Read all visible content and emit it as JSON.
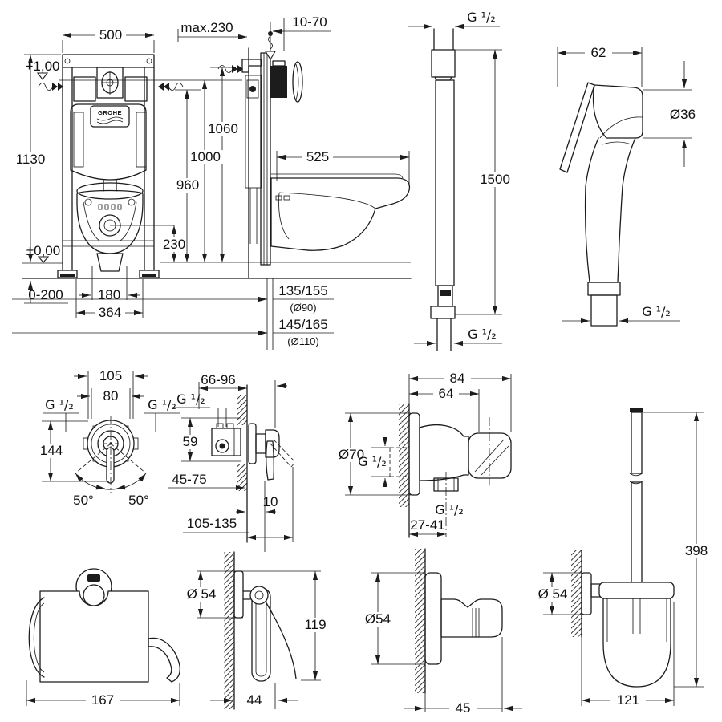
{
  "brand": "GROHE",
  "installation_front": {
    "width": "500",
    "height": "1130",
    "level_plus": "+1,00",
    "level_zero": "±0,00",
    "foot_adjust": "0-200",
    "bolt_spacing": "180",
    "frame_width": "364",
    "drain_height": "230"
  },
  "installation_side": {
    "wall_distance": "max.230",
    "plate_depth": "10-70",
    "h_top": "1060",
    "h_mid": "1000",
    "h_low": "960",
    "bowl_depth": "525",
    "drain_small": "135/155",
    "drain_small_dia": "(Ø90)",
    "drain_large": "145/165",
    "drain_large_dia": "(Ø110)"
  },
  "shower_hose": {
    "thread_top": "G ¹/₂",
    "length": "1500",
    "thread_bottom": "G ¹/₂"
  },
  "hand_shower": {
    "width": "62",
    "head_diameter": "Ø36",
    "thread": "G ¹/₂"
  },
  "mixer_front": {
    "width_outer": "105",
    "width_inner": "80",
    "thread_left": "G ¹/₂",
    "thread_right": "G ¹/₂",
    "height": "144",
    "angle_left": "50°",
    "angle_right": "50°"
  },
  "mixer_side": {
    "depth_range": "66-96",
    "thread": "G ¹/₂",
    "center_distance": "59",
    "depth_min": "45-75",
    "wall_offset": "10",
    "total_depth": "105-135"
  },
  "wall_elbow": {
    "depth_total": "84",
    "depth_body": "64",
    "rosette_diameter": "Ø70",
    "thread_wall": "G ¹/₂",
    "thread_outlet": "G ¹/₂",
    "outlet_offset": "27-41"
  },
  "toilet_brush": {
    "height": "398",
    "rosette_diameter": "Ø 54",
    "depth": "121"
  },
  "paper_holder_front": {
    "width": "167"
  },
  "paper_holder_side": {
    "rosette_diameter": "Ø 54",
    "height": "119",
    "depth": "44"
  },
  "hook": {
    "rosette_diameter": "Ø54",
    "depth": "45"
  }
}
